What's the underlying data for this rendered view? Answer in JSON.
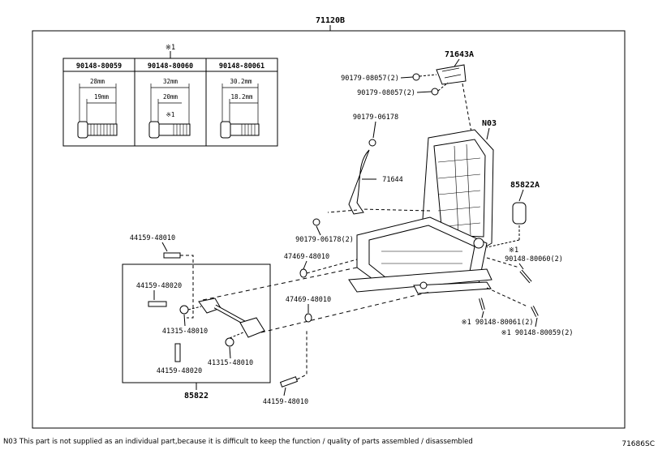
{
  "assembly": {
    "code": "71120B"
  },
  "spec_table": {
    "note_mark": "※1",
    "columns": [
      {
        "part": "90148-80059",
        "outer_dim": "28mm",
        "inner_dim": "19mm",
        "note": ""
      },
      {
        "part": "90148-80060",
        "outer_dim": "32mm",
        "inner_dim": "20mm",
        "note": "※1"
      },
      {
        "part": "90148-80061",
        "outer_dim": "30.2mm",
        "inner_dim": "18.2mm",
        "note": ""
      }
    ]
  },
  "labels": {
    "p71643A": "71643A",
    "p90179_08057_a": "90179-08057(2)",
    "p90179_08057_b": "90179-08057(2)",
    "p90179_06178": "90179-06178",
    "pN03": "N03",
    "p71644": "71644",
    "p85822A": "85822A",
    "p90179_06178_2": "90179-06178(2)",
    "p44159_48010_top": "44159-48010",
    "p47469_48010_a": "47469-48010",
    "p90148_80060_2_mark": "※1",
    "p90148_80060_2": "90148-80060(2)",
    "p44159_48020_a": "44159-48020",
    "p47469_48010_b": "47469-48010",
    "p41315_48010_a": "41315-48010",
    "p90148_80061_2": "※1 90148-80061(2)",
    "p90148_80059_2": "※1 90148-80059(2)",
    "p41315_48010_b": "41315-48010",
    "p44159_48020_b": "44159-48020",
    "p85822": "85822",
    "p44159_48010_bot": "44159-48010"
  },
  "footnote": "N03 This part is not supplied as an individual part,because it is difficult to keep the function / quality of parts assembled / disassembled",
  "figure_number": "71686SC"
}
